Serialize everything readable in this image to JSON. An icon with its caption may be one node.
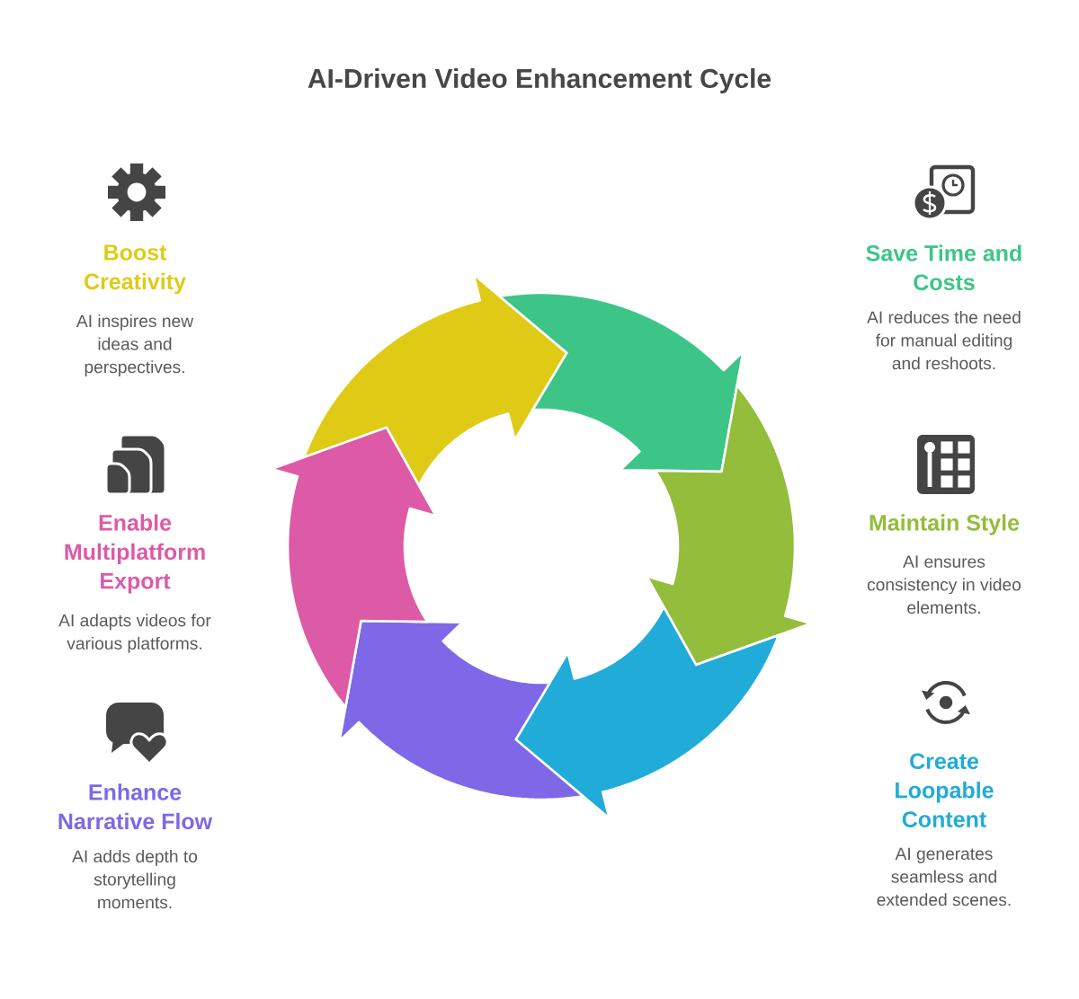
{
  "diagram": {
    "title": "AI-Driven Video Enhancement Cycle",
    "nodes": [
      {
        "text": [
          "Boost Creativity",
          "AI inspires new ideas and perspectives."
        ]
      },
      {
        "text": [
          "Save Time and Costs",
          "AI reduces the need for manual editing and reshoots."
        ]
      },
      {
        "text": [
          "Maintain Style",
          "AI ensures consistency in video elements."
        ]
      },
      {
        "text": [
          "Create Loopable Content",
          "AI generates seamless and extended scenes."
        ]
      },
      {
        "text": [
          "Enhance Narrative Flow",
          "AI adds depth to storytelling moments."
        ]
      },
      {
        "text": [
          "Enable Multiplatform Export",
          "AI adapts videos for various platforms."
        ]
      }
    ]
  }
}
